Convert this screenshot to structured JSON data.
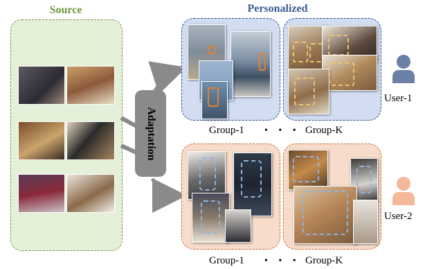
{
  "titles": {
    "source": "Source",
    "personalized": "Personalized"
  },
  "adaptation_label": "Adaptation",
  "rows": [
    {
      "left_caption": "Group-1",
      "dots": "• • •",
      "right_caption": "Group-K",
      "user_label": "User-1"
    },
    {
      "left_caption": "Group-1",
      "dots": "• • •",
      "right_caption": "Group-K",
      "user_label": "User-2"
    }
  ],
  "colors": {
    "source_green": "#6a9a3c",
    "personalized_blue": "#3a5a92",
    "user1_icon": "#6b80a6",
    "user2_icon": "#f4b89a",
    "blue_panel": "#d3ddf2",
    "orange_panel": "#f8dccb"
  },
  "icons": [
    "user-icon",
    "user-icon"
  ]
}
